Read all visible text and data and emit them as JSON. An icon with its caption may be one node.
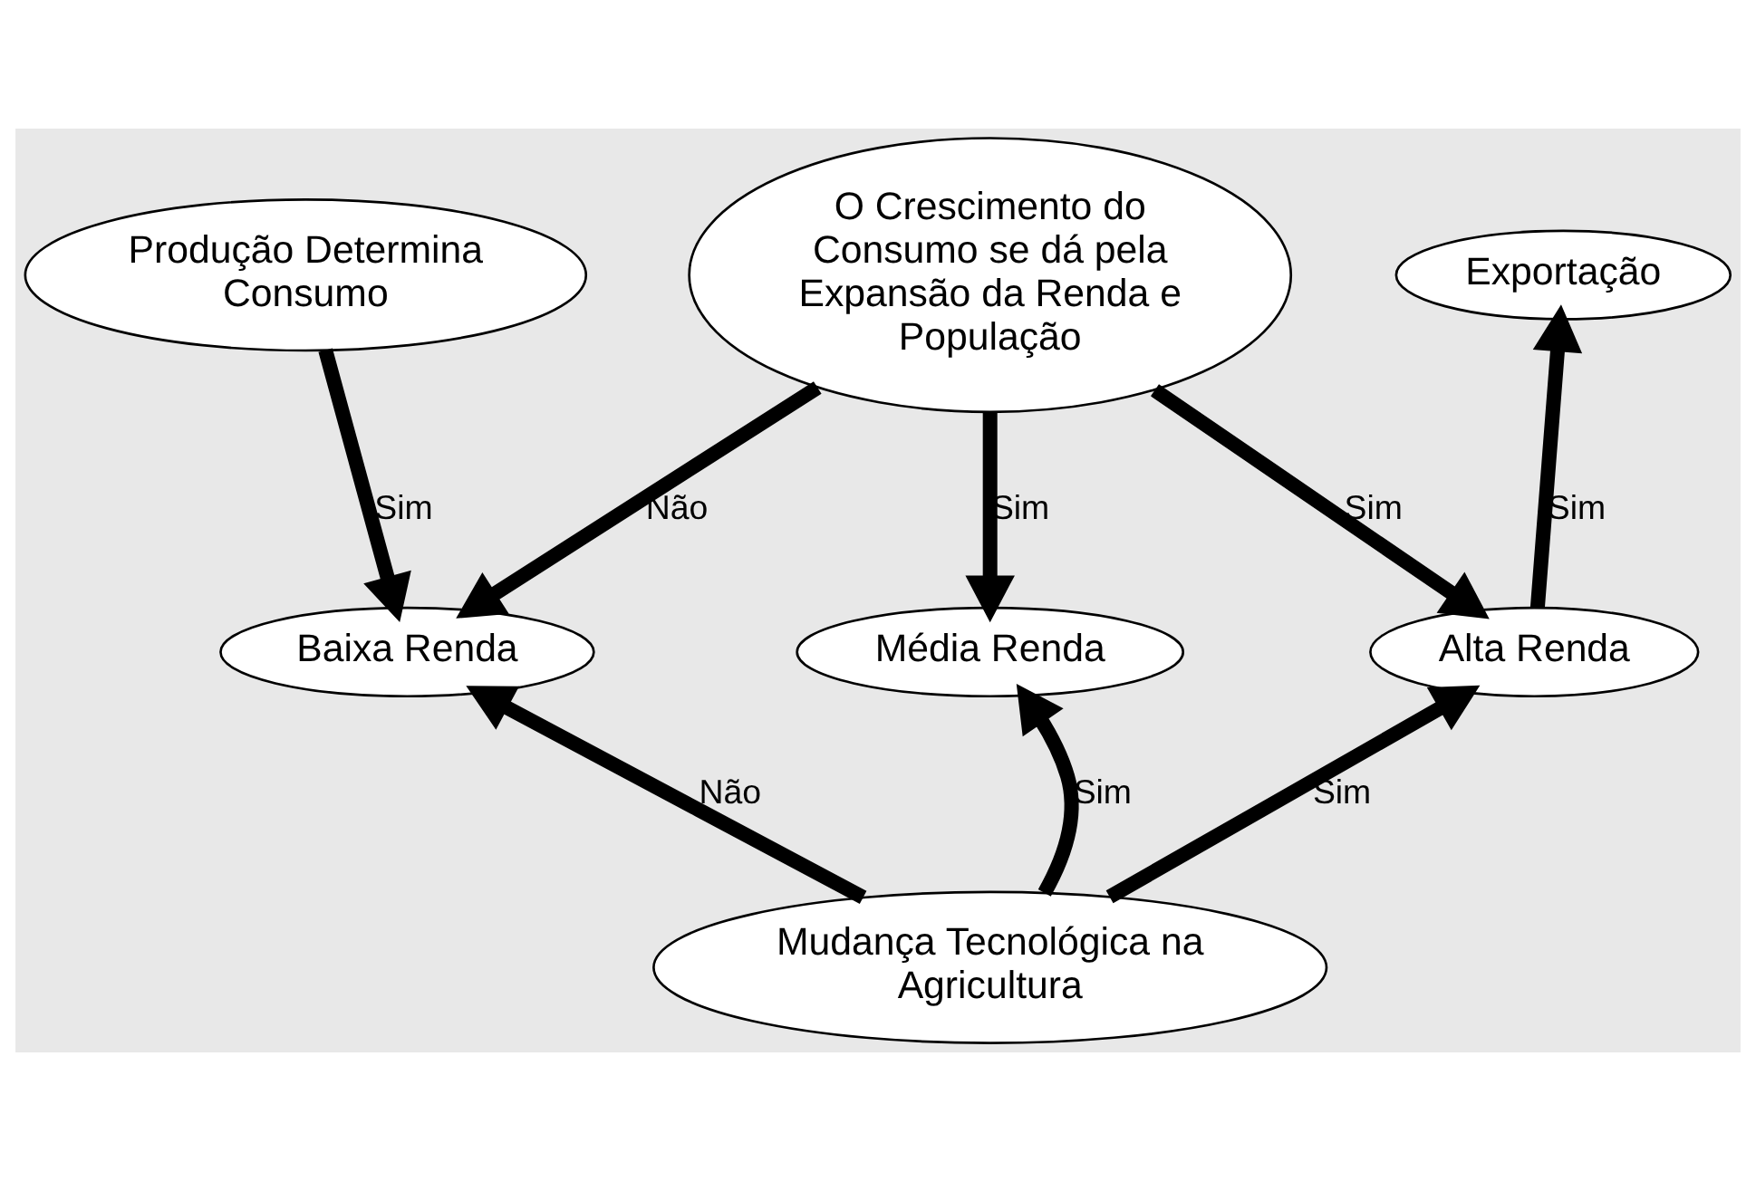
{
  "diagram": {
    "nodes": [
      {
        "text": [
          "Produção Determina Consumo"
        ]
      },
      {
        "text": [
          "O Crescimento do Consumo se dá pela Expansão da Renda e População"
        ]
      },
      {
        "text": [
          "Exportação"
        ]
      },
      {
        "text": [
          "Baixa Renda"
        ]
      },
      {
        "text": [
          "Média Renda"
        ]
      },
      {
        "text": [
          "Alta Renda"
        ]
      },
      {
        "text": [
          "Mudança Tecnológica na Agricultura"
        ]
      }
    ],
    "edges": [
      {
        "from": 0,
        "to": 3,
        "arrow": "to",
        "label": "Sim"
      },
      {
        "from": 1,
        "to": 3,
        "arrow": "to",
        "label": "Não"
      },
      {
        "from": 1,
        "to": 4,
        "arrow": "to",
        "label": "Sim"
      },
      {
        "from": 1,
        "to": 5,
        "arrow": "to",
        "label": "Sim"
      },
      {
        "from": 5,
        "to": 2,
        "arrow": "to",
        "label": "Sim"
      },
      {
        "from": 6,
        "to": 3,
        "arrow": "to",
        "label": "Não"
      },
      {
        "from": 6,
        "to": 4,
        "arrow": "to",
        "label": "Sim"
      },
      {
        "from": 6,
        "to": 5,
        "arrow": "to",
        "label": "Sim"
      }
    ]
  }
}
